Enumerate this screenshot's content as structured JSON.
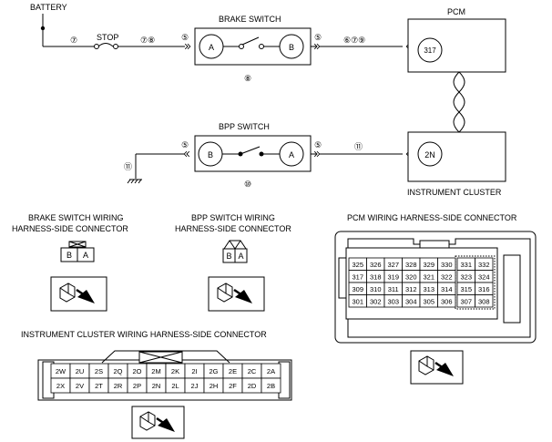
{
  "labels": {
    "battery": "BATTERY",
    "stop": "STOP",
    "brake_switch": "BRAKE SWITCH",
    "pcm": "PCM",
    "bpp_switch": "BPP SWITCH",
    "instrument_cluster": "INSTRUMENT CLUSTER"
  },
  "terminals": {
    "brake_a": "A",
    "brake_b": "B",
    "pcm_317": "317",
    "bpp_b": "B",
    "bpp_a": "A",
    "ic_2n": "2N"
  },
  "wire_codes": {
    "battery_stop": "⑦",
    "stop_brake": "⑦⑧",
    "brake_in": "⑤",
    "brake_out": "⑤",
    "brake_pcm": "⑥⑦⑨",
    "brake_below": "⑧",
    "bpp_in": "⑤",
    "bpp_out": "⑤",
    "bpp_ic": "⑪",
    "ground": "⑪",
    "bpp_below": "⑩"
  },
  "connectors": {
    "brake_title_1": "BRAKE SWITCH WIRING",
    "brake_title_2": "HARNESS-SIDE CONNECTOR",
    "brake_pins": [
      "B",
      "A"
    ],
    "bpp_title_1": "BPP SWITCH WIRING",
    "bpp_title_2": "HARNESS-SIDE CONNECTOR",
    "bpp_pins": [
      "B",
      "A"
    ],
    "pcm_title": "PCM WIRING HARNESS-SIDE CONNECTOR",
    "pcm_rows": [
      [
        "325",
        "326",
        "327",
        "328",
        "329",
        "330",
        "331",
        "332"
      ],
      [
        "317",
        "318",
        "319",
        "320",
        "321",
        "322",
        "323",
        "324"
      ],
      [
        "309",
        "310",
        "311",
        "312",
        "313",
        "314",
        "315",
        "316"
      ],
      [
        "301",
        "302",
        "303",
        "304",
        "305",
        "306",
        "307",
        "308"
      ]
    ],
    "ic_title": "INSTRUMENT CLUSTER WIRING HARNESS-SIDE CONNECTOR",
    "ic_rows": [
      [
        "2W",
        "2U",
        "2S",
        "2Q",
        "2O",
        "2M",
        "2K",
        "2I",
        "2G",
        "2E",
        "2C",
        "2A"
      ],
      [
        "2X",
        "2V",
        "2T",
        "2R",
        "2P",
        "2N",
        "2L",
        "2J",
        "2H",
        "2F",
        "2D",
        "2B"
      ]
    ]
  }
}
